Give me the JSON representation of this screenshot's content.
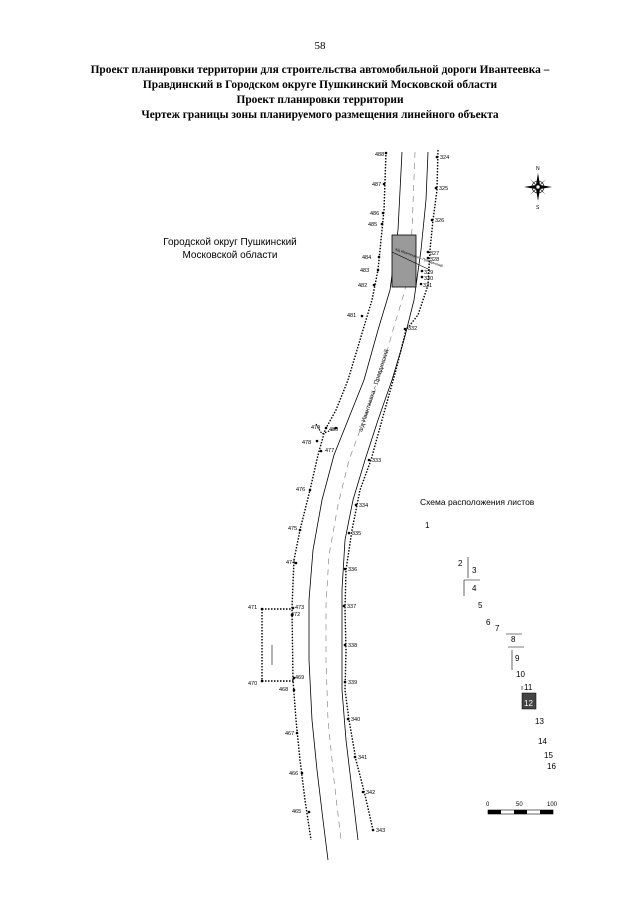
{
  "page_number": "58",
  "title_lines": [
    "Проект планировки территории для строительства автомобильной дороги Ивантеевка –",
    "Правдинский в Городском округе Пушкинский Московской области",
    "Проект планировки территории",
    "Чертеж границы зоны планируемого размещения линейного объекта"
  ],
  "district_label": [
    "Городской округ Пушкинский",
    "Московской области"
  ],
  "road_label": "а/д Ивантеевка – Правдинский",
  "road_label_small": "а/д Ивантеевка – Правдинский",
  "compass_letters": {
    "north": "N",
    "south": "S"
  },
  "left_boundary_points": [
    {
      "id": "488"
    },
    {
      "id": "487"
    },
    {
      "id": "486"
    },
    {
      "id": "485"
    },
    {
      "id": "484"
    },
    {
      "id": "483"
    },
    {
      "id": "482"
    },
    {
      "id": "481"
    },
    {
      "id": "480"
    },
    {
      "id": "479"
    },
    {
      "id": "478"
    },
    {
      "id": "477"
    },
    {
      "id": "476"
    },
    {
      "id": "475"
    },
    {
      "id": "474"
    },
    {
      "id": "473"
    },
    {
      "id": "472"
    },
    {
      "id": "471"
    },
    {
      "id": "470"
    },
    {
      "id": "469"
    },
    {
      "id": "468"
    },
    {
      "id": "467"
    },
    {
      "id": "466"
    },
    {
      "id": "465"
    }
  ],
  "right_boundary_points": [
    {
      "id": "324"
    },
    {
      "id": "325"
    },
    {
      "id": "326"
    },
    {
      "id": "327"
    },
    {
      "id": "328"
    },
    {
      "id": "329"
    },
    {
      "id": "330"
    },
    {
      "id": "331"
    },
    {
      "id": "332"
    },
    {
      "id": "333"
    },
    {
      "id": "334"
    },
    {
      "id": "335"
    },
    {
      "id": "336"
    },
    {
      "id": "337"
    },
    {
      "id": "338"
    },
    {
      "id": "339"
    },
    {
      "id": "340"
    },
    {
      "id": "341"
    },
    {
      "id": "342"
    },
    {
      "id": "343"
    }
  ],
  "sheet_layout": {
    "title": "Схема расположения листов",
    "sheets": [
      "1",
      "2",
      "3",
      "4",
      "5",
      "6",
      "7",
      "8",
      "9",
      "10",
      "11",
      "12",
      "13",
      "14",
      "15",
      "16"
    ],
    "highlighted_sheet": "12"
  },
  "scale_bar": {
    "labels": [
      "0",
      "50",
      "100"
    ]
  }
}
